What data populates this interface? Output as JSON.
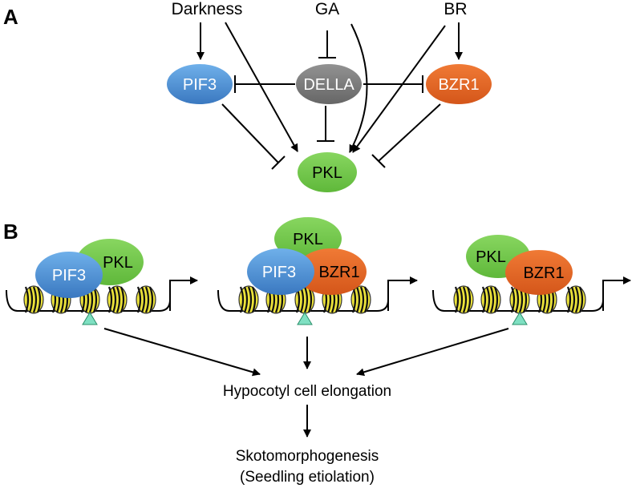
{
  "panel_a": {
    "label": "A",
    "signals": {
      "darkness": "Darkness",
      "ga": "GA",
      "br": "BR"
    },
    "proteins": {
      "pif3": "PIF3",
      "della": "DELLA",
      "bzr1": "BZR1",
      "pkl": "PKL"
    }
  },
  "panel_b": {
    "label": "B",
    "complex_left": {
      "pif3": "PIF3",
      "pkl": "PKL"
    },
    "complex_middle": {
      "pkl": "PKL",
      "pif3": "PIF3",
      "bzr1": "BZR1"
    },
    "complex_right": {
      "pkl": "PKL",
      "bzr1": "BZR1"
    },
    "outcome_1": "Hypocotyl cell elongation",
    "outcome_2_line1": "Skotomorphogenesis",
    "outcome_2_line2": "(Seedling etiolation)"
  },
  "colors": {
    "pif3": "#4f8fd1",
    "della": "#7a7a7a",
    "bzr1": "#e0631f",
    "pkl": "#72c84a",
    "nucleosome": "#ece33a",
    "binding_site": "#7fe0c2"
  }
}
